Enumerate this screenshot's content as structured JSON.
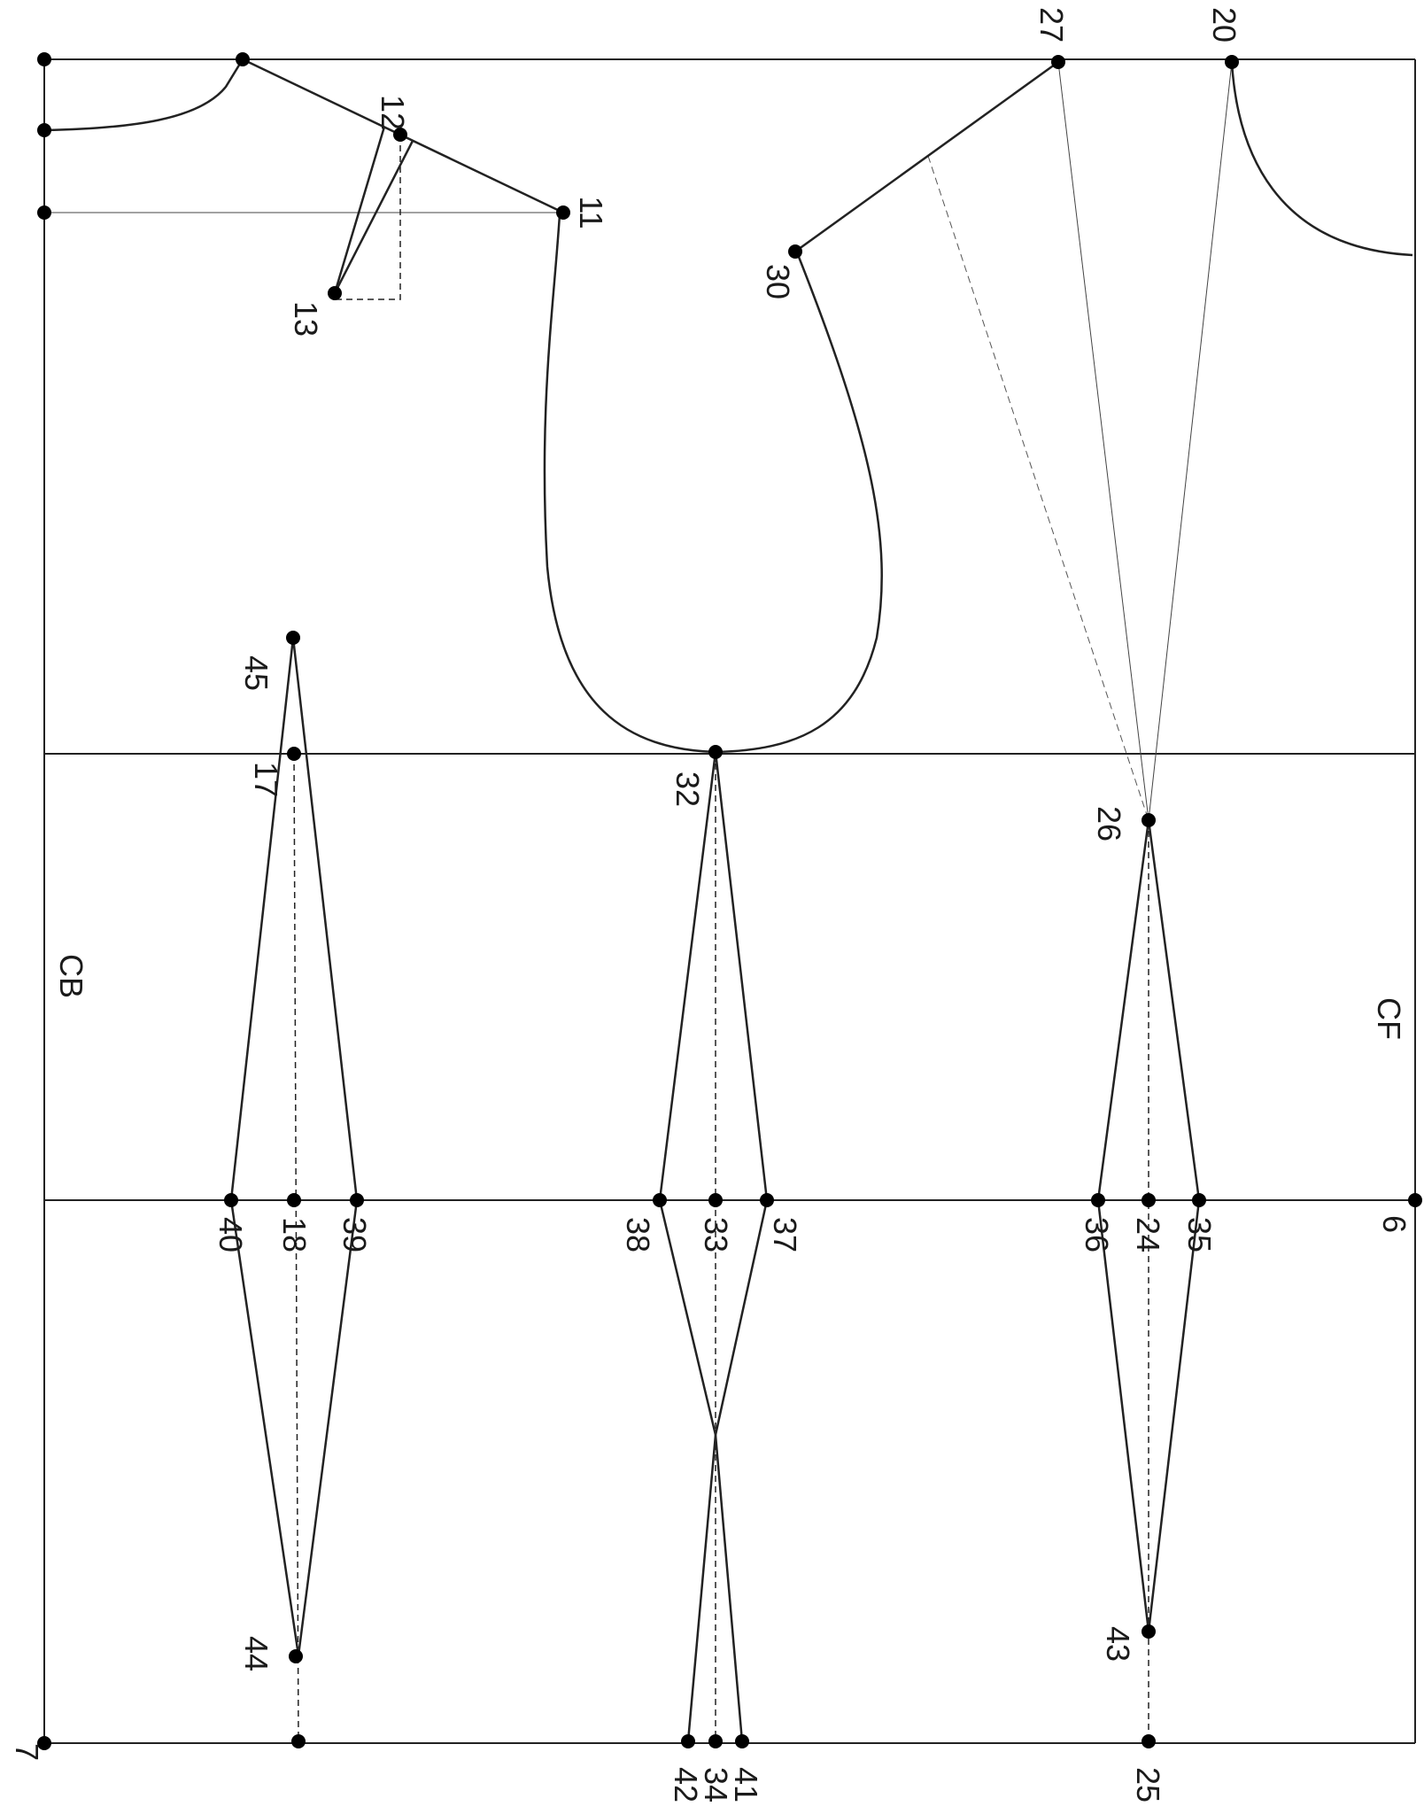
{
  "diagram": {
    "edge_labels": {
      "center_back": "CB",
      "center_front": "CF"
    },
    "points": [
      {
        "id": "p6",
        "label": "6"
      },
      {
        "id": "p7",
        "label": "7"
      },
      {
        "id": "p11",
        "label": "11"
      },
      {
        "id": "p12",
        "label": "12"
      },
      {
        "id": "p13",
        "label": "13"
      },
      {
        "id": "p17",
        "label": "17"
      },
      {
        "id": "p18",
        "label": "18"
      },
      {
        "id": "p20",
        "label": "20"
      },
      {
        "id": "p24",
        "label": "24"
      },
      {
        "id": "p25",
        "label": "25"
      },
      {
        "id": "p26",
        "label": "26"
      },
      {
        "id": "p27",
        "label": "27"
      },
      {
        "id": "p30",
        "label": "30"
      },
      {
        "id": "p32",
        "label": "32"
      },
      {
        "id": "p33",
        "label": "33"
      },
      {
        "id": "p34",
        "label": "34"
      },
      {
        "id": "p35",
        "label": "35"
      },
      {
        "id": "p36",
        "label": "36"
      },
      {
        "id": "p37",
        "label": "37"
      },
      {
        "id": "p38",
        "label": "38"
      },
      {
        "id": "p39",
        "label": "39"
      },
      {
        "id": "p40",
        "label": "40"
      },
      {
        "id": "p41",
        "label": "41"
      },
      {
        "id": "p42",
        "label": "42"
      },
      {
        "id": "p43",
        "label": "43"
      },
      {
        "id": "p44",
        "label": "44"
      },
      {
        "id": "p45",
        "label": "45"
      }
    ]
  }
}
